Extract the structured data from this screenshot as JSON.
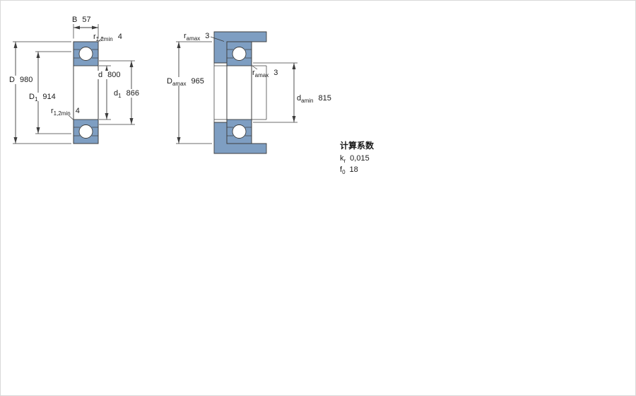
{
  "colors": {
    "bearing_fill": "#7e9ec2",
    "line": "#3d3d3d"
  },
  "left_figure": {
    "b": {
      "prefix": "B",
      "value": "57"
    },
    "r_top": {
      "prefix": "r",
      "sub": "1,2min",
      "value": "4"
    },
    "D": {
      "prefix": "D",
      "value": "980"
    },
    "D1": {
      "prefix": "D",
      "sub": "1",
      "value": "914"
    },
    "r_mid": {
      "prefix": "r",
      "sub": "1,2min",
      "value": "4"
    },
    "d": {
      "prefix": "d",
      "value": "800"
    },
    "d1": {
      "prefix": "d",
      "sub": "1",
      "value": "866"
    }
  },
  "right_figure": {
    "ra_top": {
      "prefix": "r",
      "sub": "amax",
      "value": "3"
    },
    "Da": {
      "prefix": "D",
      "sub": "amax",
      "value": "965"
    },
    "ra_mid": {
      "prefix": "r",
      "sub": "amax",
      "value": "3"
    },
    "da": {
      "prefix": "d",
      "sub": "amin",
      "value": "815"
    }
  },
  "calc": {
    "title": "计算系数",
    "kr_label": "k",
    "kr_sub": "r",
    "kr_value": "0,015",
    "f0_label": "f",
    "f0_sub": "0",
    "f0_value": "18"
  }
}
